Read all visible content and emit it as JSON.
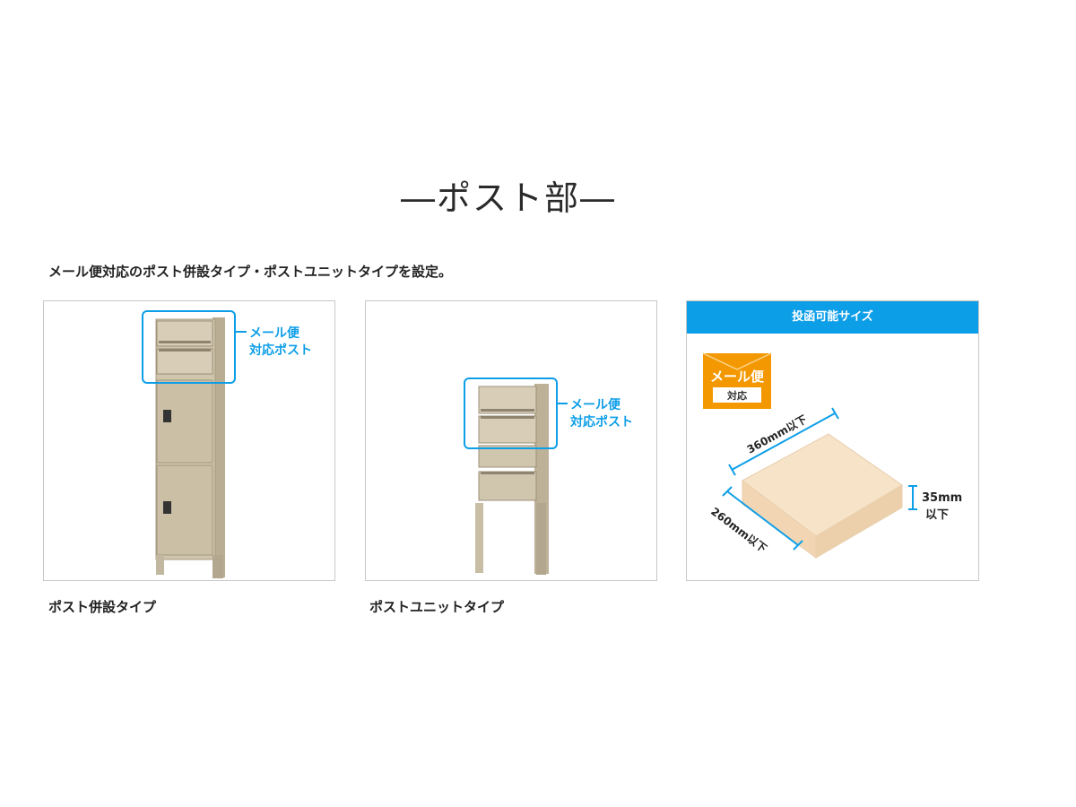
{
  "page": {
    "title": "―ポスト部―",
    "subtitle": "メール便対応のポスト併設タイプ・ポストユニットタイプを設定。"
  },
  "products": [
    {
      "caption": "ポスト併設タイプ",
      "callout_line1": "メール便",
      "callout_line2": "対応ポスト"
    },
    {
      "caption": "ポストユニットタイプ",
      "callout_line1": "メール便",
      "callout_line2": "対応ポスト"
    }
  ],
  "size_panel": {
    "header": "投函可能サイズ",
    "badge_top": "メール便",
    "badge_bottom": "対応",
    "dim_length": "360mm以下",
    "dim_width": "260mm以下",
    "dim_height_line1": "35mm",
    "dim_height_line2": "以下"
  },
  "colors": {
    "accent_blue": "#0d9ee8",
    "badge_orange": "#f39800",
    "box_fill": "#f7e3c8",
    "post_body": "#cfc4ac"
  }
}
